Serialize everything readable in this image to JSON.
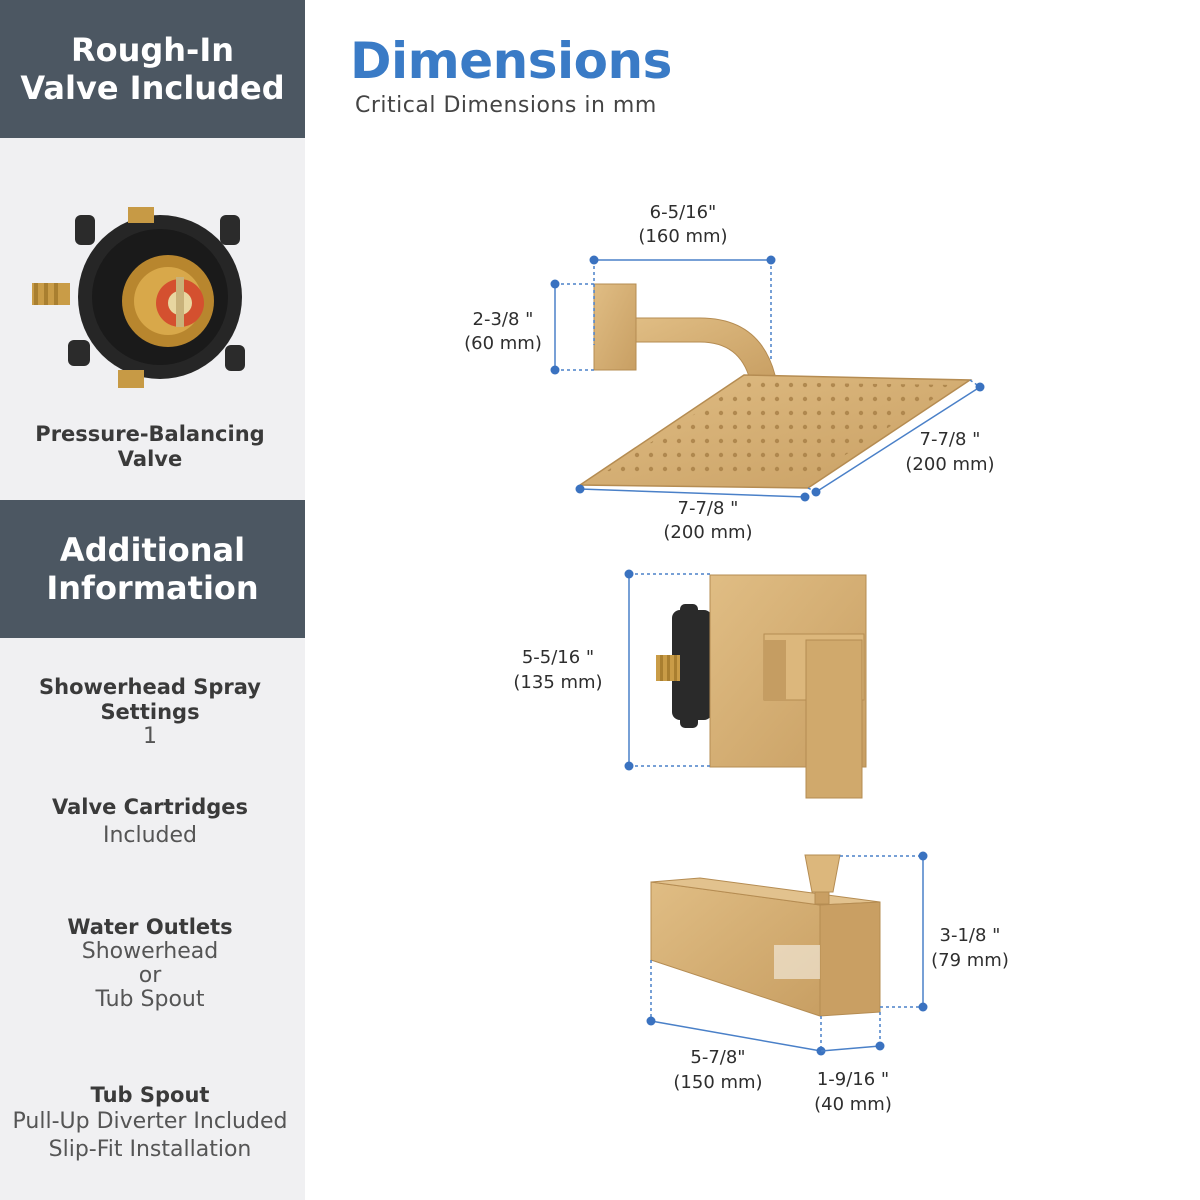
{
  "sidebar": {
    "rough_in_header": [
      "Rough-In",
      "Valve Included"
    ],
    "valve_caption": [
      "Pressure-Balancing",
      "Valve"
    ],
    "additional_header": [
      "Additional",
      "Information"
    ],
    "info": [
      {
        "label": [
          "Showerhead Spray",
          "Settings"
        ],
        "values": [
          "1"
        ]
      },
      {
        "label": [
          "Valve Cartridges"
        ],
        "values": [
          "Included"
        ]
      },
      {
        "label": [
          "Water Outlets"
        ],
        "values": [
          "Showerhead",
          "or",
          "Tub Spout"
        ]
      },
      {
        "label": [
          "Tub Spout"
        ],
        "values": [
          "Pull-Up Diverter Included",
          "Slip-Fit Installation"
        ]
      }
    ]
  },
  "main": {
    "title": "Dimensions",
    "subtitle": "Critical Dimensions in mm"
  },
  "dimensions": {
    "arm_width": [
      "6-5/16\"",
      "(160 mm)"
    ],
    "flange_height": [
      "2-3/8 \"",
      "(60 mm)"
    ],
    "head_depth": [
      "7-7/8 \"",
      "(200 mm)"
    ],
    "head_width": [
      "7-7/8 \"",
      "(200 mm)"
    ],
    "trim_height": [
      "5-5/16 \"",
      "(135 mm)"
    ],
    "spout_height": [
      "3-1/8 \"",
      "(79 mm)"
    ],
    "spout_length": [
      "5-7/8\"",
      "(150 mm)"
    ],
    "spout_depth": [
      "1-9/16 \"",
      "(40 mm)"
    ]
  },
  "colors": {
    "accent_blue": "#3a7bc6",
    "dim_line_blue": "#4a80c8",
    "header_gray": "#4c5762",
    "sidebar_bg": "#f0f0f2",
    "gold": "#d2ad72"
  }
}
